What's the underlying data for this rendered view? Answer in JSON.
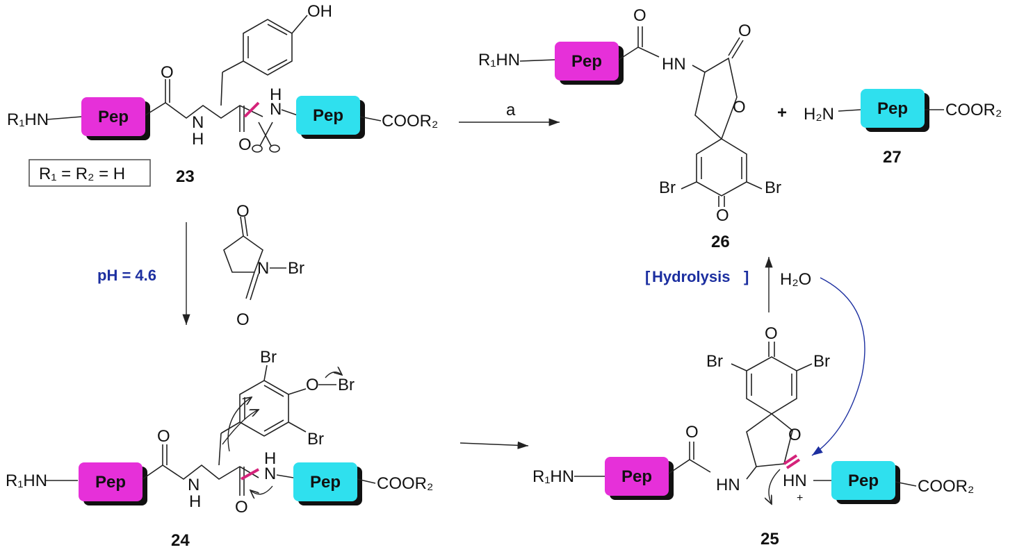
{
  "pep_label": "Pep",
  "colors": {
    "pep_magenta": "#e630d9",
    "pep_cyan": "#2fe0ee",
    "cut_mark": "#d4237a",
    "condition_blue": "#1c2fa0"
  },
  "compounds": {
    "c23": {
      "number": "23",
      "r1hn": "R₁HN",
      "cooR2": "COOR₂",
      "nh": "N",
      "h_amide": "H",
      "h2": "H",
      "o1": "O",
      "o2": "O",
      "oh": "OH",
      "substituents": "R₁ = R₂ = H"
    },
    "c24": {
      "number": "24",
      "r1hn": "R₁HN",
      "cooR2": "COOR₂",
      "nh": "N",
      "h_amide": "H",
      "h2": "H",
      "o1": "O",
      "o2": "O",
      "br1": "Br",
      "br2": "Br",
      "o_br": "O",
      "br3": "Br"
    },
    "c25": {
      "number": "25",
      "r1hn": "R₁HN",
      "cooR2": "COOR₂",
      "hn": "HN",
      "hn_plus": "HN",
      "plus": "+",
      "o1": "O",
      "o_ring": "O",
      "o_top": "O",
      "br1": "Br",
      "br2": "Br"
    },
    "c26": {
      "number": "26",
      "r1hn": "R₁HN",
      "hn": "HN",
      "o1": "O",
      "o2": "O",
      "o_ring": "O",
      "o_bottom": "O",
      "br1": "Br",
      "br2": "Br"
    },
    "c27": {
      "number": "27",
      "h2n": "H₂N",
      "cooR2": "COOR₂"
    }
  },
  "reagents": {
    "nbs_n": "N",
    "nbs_br": "Br",
    "nbs_o1": "O",
    "nbs_o2": "O",
    "water": "H₂O"
  },
  "conditions": {
    "arrow_a": "a",
    "ph": "pH = 4.6",
    "hydrolysis_bracket_open": "[",
    "hydrolysis": "Hydrolysis",
    "hydrolysis_bracket_close": "]",
    "plus": "+"
  }
}
